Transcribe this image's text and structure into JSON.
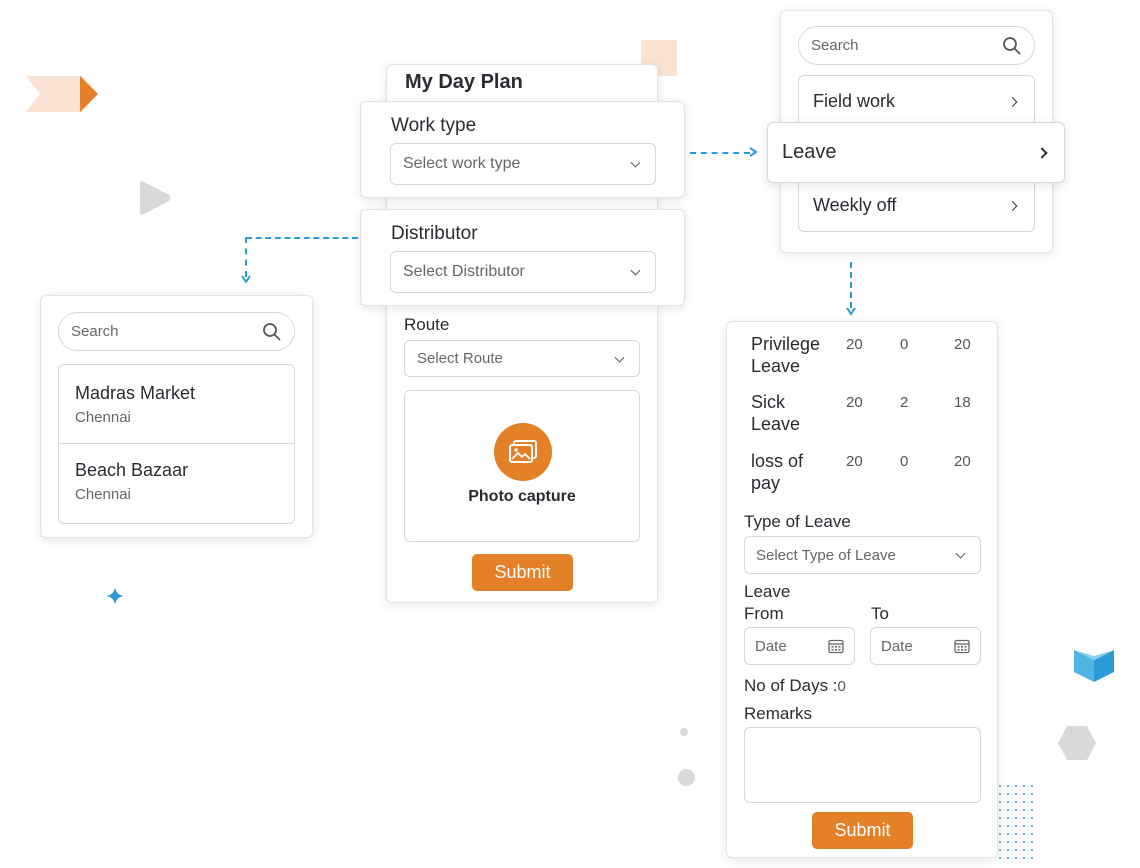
{
  "day_plan": {
    "title": "My Day Plan",
    "work_type": {
      "label": "Work type",
      "placeholder": "Select work type"
    },
    "distributor": {
      "label": "Distributor",
      "placeholder": "Select Distributor"
    },
    "route": {
      "label": "Route",
      "placeholder": "Select Route"
    },
    "photo_capture": {
      "label": "Photo capture",
      "icon": "image-icon"
    },
    "submit_label": "Submit"
  },
  "work_type_list": {
    "search_placeholder": "Search",
    "items": [
      {
        "label": "Field work"
      },
      {
        "label": "Leave"
      },
      {
        "label": "Weekly off"
      }
    ]
  },
  "distributor_list": {
    "search_placeholder": "Search",
    "items": [
      {
        "name": "Madras Market",
        "city": "Chennai"
      },
      {
        "name": "Beach Bazaar",
        "city": "Chennai"
      }
    ]
  },
  "leave_form": {
    "balances": [
      {
        "type_line1": "Privilege",
        "type_line2": "Leave",
        "total": "20",
        "used": "0",
        "balance": "20"
      },
      {
        "type_line1": "Sick",
        "type_line2": "Leave",
        "total": "20",
        "used": "2",
        "balance": "18"
      },
      {
        "type_line1": "loss of",
        "type_line2": "pay",
        "total": "20",
        "used": "0",
        "balance": "20"
      }
    ],
    "type_of_leave_label": "Type of Leave",
    "type_of_leave_placeholder": "Select Type of Leave",
    "leave_from_line1": "Leave",
    "leave_from_line2": "From",
    "to_label": "To",
    "date_placeholder": "Date",
    "no_of_days_label": "No of Days :",
    "no_of_days_value": "0",
    "remarks_label": "Remarks",
    "submit_label": "Submit"
  },
  "colors": {
    "accent": "#e38028",
    "connector": "#2a9bd6",
    "decor_teal": "#2a9bd6",
    "decor_grey": "#d9d9d9"
  }
}
